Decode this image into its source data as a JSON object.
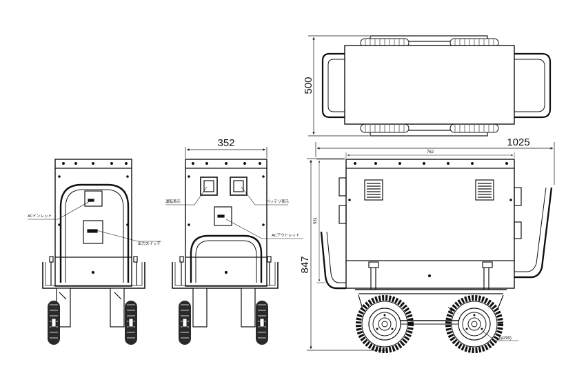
{
  "dimensions": {
    "top_depth": "500",
    "front_width": "352",
    "side_length": "1025",
    "side_height": "847",
    "inner_length": "762",
    "inner_height": "531",
    "wheel_diameter": "(φ290)"
  },
  "labels": {
    "ac_inlet": "ACインレット",
    "output_switch": "出力スイッチ",
    "operation_display": "運転表示",
    "battery_display": "バッテリ表示",
    "ac_outlet": "ACアウトレット"
  },
  "colors": {
    "line": "#1a1a1a",
    "background": "#ffffff"
  }
}
